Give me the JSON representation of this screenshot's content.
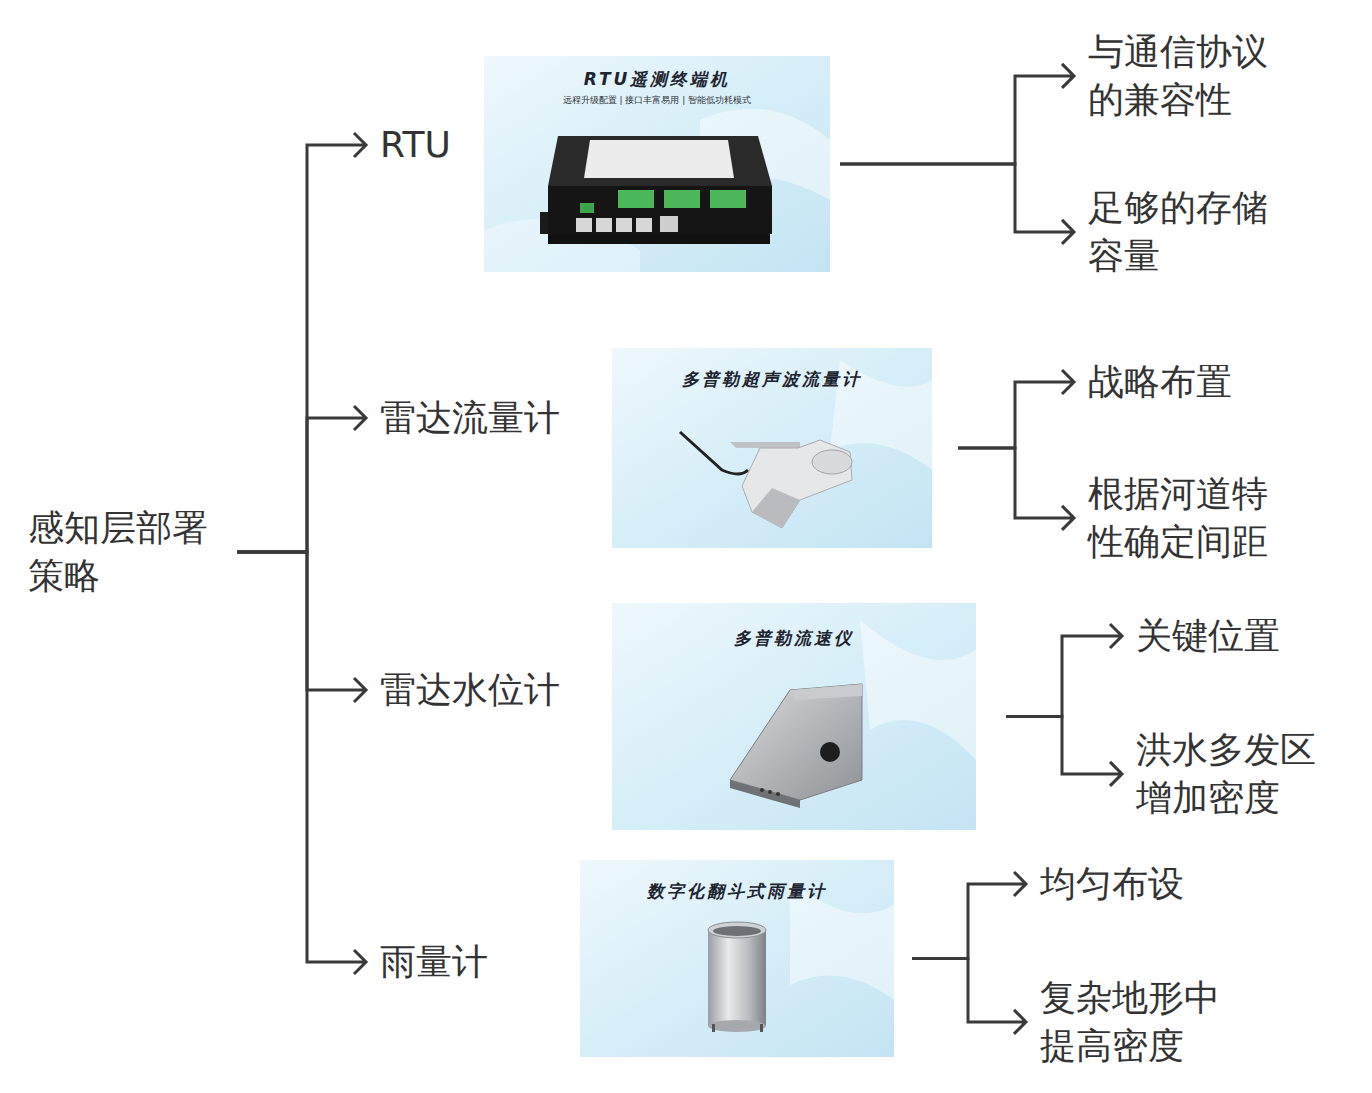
{
  "diagram": {
    "nodes": [
      {
        "text": [
          "感知层部署策略"
        ]
      },
      {
        "text": [
          "RTU"
        ]
      },
      {
        "text": [
          "RTU遥测终端机",
          "远程升级配置 | 接口丰富易用 | 智能低功耗模式"
        ]
      },
      {
        "text": [
          "与通信协议的兼容性"
        ]
      },
      {
        "text": [
          "足够的存储容量"
        ]
      },
      {
        "text": [
          "雷达流量计"
        ]
      },
      {
        "text": [
          "多普勒超声波流量计"
        ]
      },
      {
        "text": [
          "战略布置"
        ]
      },
      {
        "text": [
          "根据河道特性确定间距"
        ]
      },
      {
        "text": [
          "雷达水位计"
        ]
      },
      {
        "text": [
          "多普勒流速仪"
        ]
      },
      {
        "text": [
          "关键位置"
        ]
      },
      {
        "text": [
          "洪水多发区增加密度"
        ]
      },
      {
        "text": [
          "雨量计"
        ]
      },
      {
        "text": [
          "数字化翻斗式雨量计"
        ]
      },
      {
        "text": [
          "均匀布设"
        ]
      },
      {
        "text": [
          "复杂地形中提高密度"
        ]
      }
    ],
    "edges": [
      {
        "from": 0,
        "to": 1,
        "arrow": "to"
      },
      {
        "from": 0,
        "to": 5,
        "arrow": "to"
      },
      {
        "from": 0,
        "to": 9,
        "arrow": "to"
      },
      {
        "from": 0,
        "to": 13,
        "arrow": "to"
      },
      {
        "from": 2,
        "to": 3,
        "arrow": "to"
      },
      {
        "from": 2,
        "to": 4,
        "arrow": "to"
      },
      {
        "from": 6,
        "to": 7,
        "arrow": "to"
      },
      {
        "from": 6,
        "to": 8,
        "arrow": "to"
      },
      {
        "from": 10,
        "to": 11,
        "arrow": "to"
      },
      {
        "from": 10,
        "to": 12,
        "arrow": "to"
      },
      {
        "from": 14,
        "to": 15,
        "arrow": "to"
      },
      {
        "from": 14,
        "to": 16,
        "arrow": "to"
      }
    ]
  }
}
